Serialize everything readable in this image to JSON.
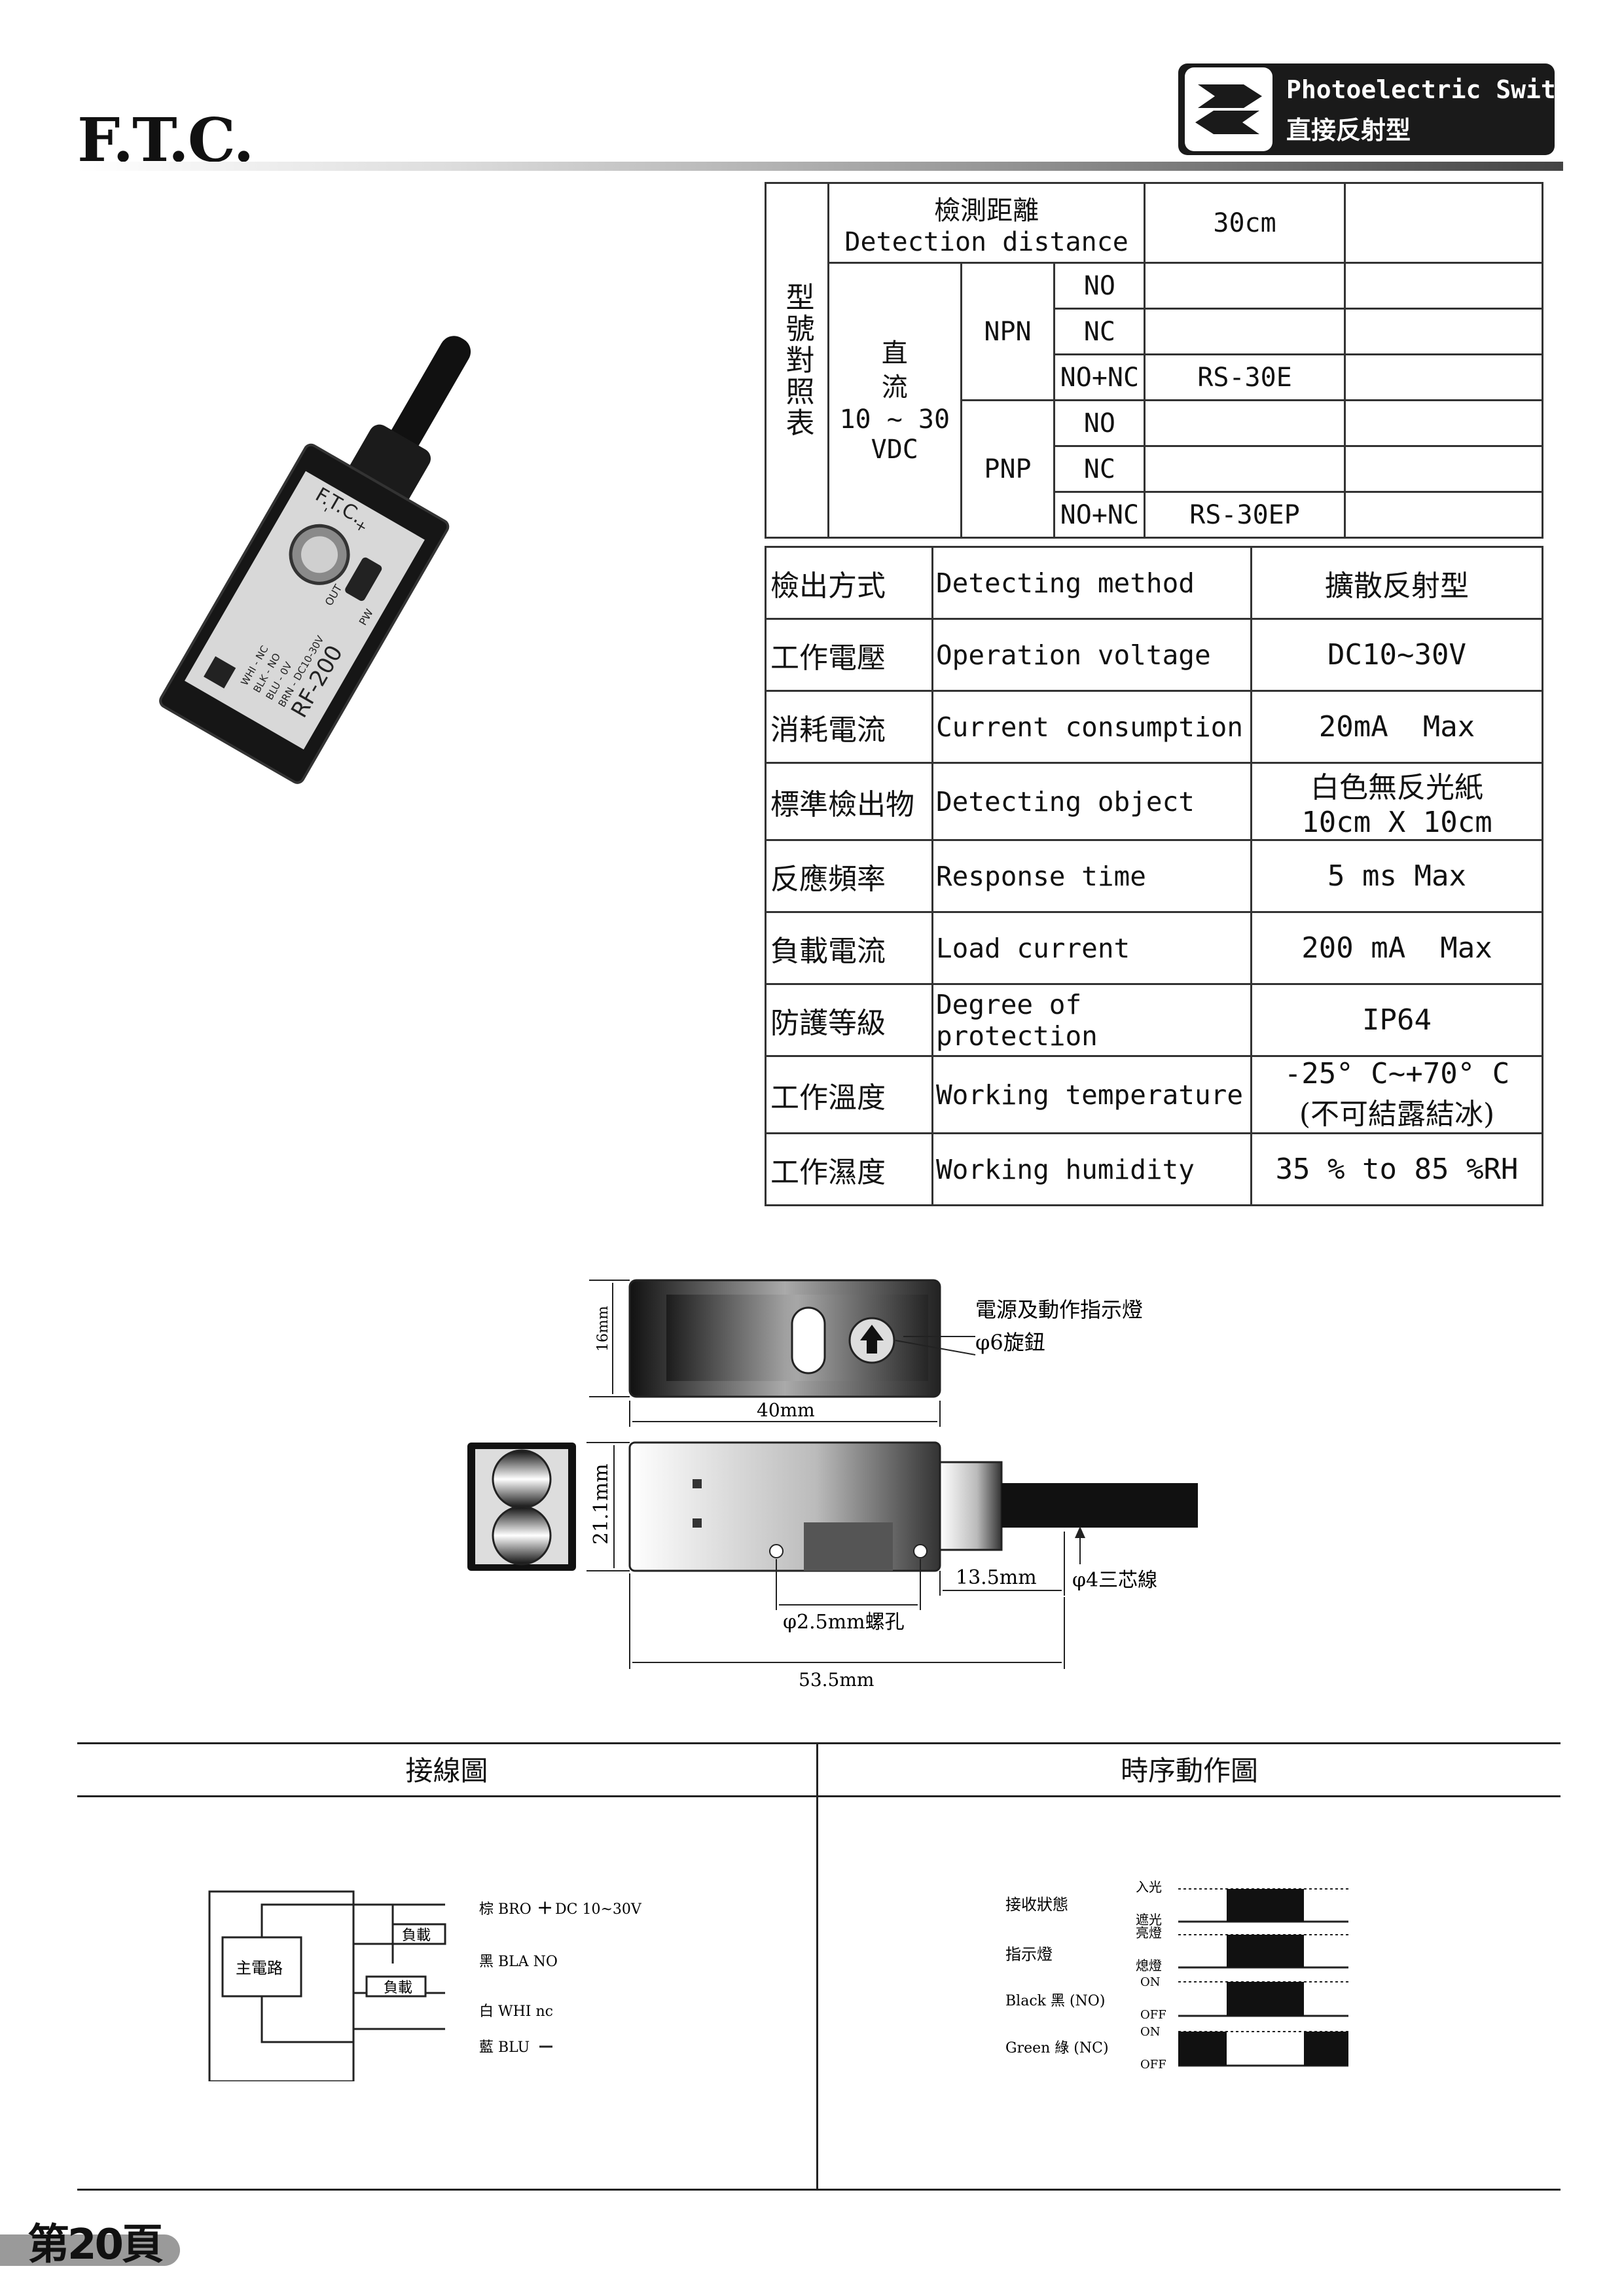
{
  "header": {
    "brand": "F.T.C.",
    "badge_line1": "Photoelectric Switch",
    "badge_line2": "直接反射型"
  },
  "model_table": {
    "side_label": "型號對照表",
    "distance_zh": "檢測距離",
    "distance_en": "Detection distance",
    "distance_value": "30cm",
    "supply_zh": "直流",
    "supply_range": "10 ~ 30",
    "supply_unit": "VDC",
    "npn": "NPN",
    "pnp": "PNP",
    "rows": [
      {
        "output": "NO",
        "model": ""
      },
      {
        "output": "NC",
        "model": ""
      },
      {
        "output": "NO+NC",
        "model": "RS-30E"
      },
      {
        "output": "NO",
        "model": ""
      },
      {
        "output": "NC",
        "model": ""
      },
      {
        "output": "NO+NC",
        "model": "RS-30EP"
      }
    ]
  },
  "specs": [
    {
      "zh": "檢出方式",
      "en": "Detecting method",
      "value": "擴散反射型"
    },
    {
      "zh": "工作電壓",
      "en": "Operation voltage",
      "value": "DC10~30V"
    },
    {
      "zh": "消耗電流",
      "en": "Current consumption",
      "value": "20mA  Max"
    },
    {
      "zh": "標準檢出物",
      "en": "Detecting object",
      "value": "白色無反光紙",
      "value2": "10cm X 10cm"
    },
    {
      "zh": "反應頻率",
      "en": "Response time",
      "value": "5 ms Max"
    },
    {
      "zh": "負載電流",
      "en": "Load current",
      "value": "200 mA  Max"
    },
    {
      "zh": "防護等級",
      "en": "Degree of protection",
      "value": "IP64"
    },
    {
      "zh": "工作溫度",
      "en": "Working temperature",
      "value": "-25° C~+70° C",
      "value2": "(不可結露結冰)"
    },
    {
      "zh": "工作濕度",
      "en": "Working humidity",
      "value": "35 % to 85 %RH"
    }
  ],
  "product_photo": {
    "label_model": "RF-200",
    "label_brand": "F.T.C.",
    "label_brn": "BRN - DC10-30V",
    "label_blu": "BLU - 0V",
    "label_blk": "BLK - NO",
    "label_wht": "WHI - NC",
    "label_pw": "PW",
    "label_out": "OUT",
    "label_plus": "+",
    "label_minus": "-"
  },
  "dimensions": {
    "indicator": "電源及動作指示燈",
    "knob": "φ6旋鈕",
    "height_16": "16mm",
    "width_40": "40mm",
    "height_21": "21.1mm",
    "len_13": "13.5mm",
    "cable": "φ4三芯線",
    "screw": "φ2.5mm螺孔",
    "total": "53.5mm"
  },
  "wiring": {
    "title": "接線圖",
    "main_circuit": "主電路",
    "load1": "負載",
    "load2": "負載",
    "brown": "棕 BRO",
    "brown_sig": "DC 10~30V",
    "black": "黑 BLA NO",
    "white": "白 WHI nc",
    "blue": "藍 BLU"
  },
  "timing": {
    "title": "時序動作圖",
    "receive": "接收狀態",
    "indicator": "指示燈",
    "black": "Black 黑 (NO)",
    "green": "Green 綠 (NC)",
    "in_light": "入光",
    "block_light": "遮光",
    "lamp_on": "亮燈",
    "lamp_off": "熄燈",
    "on1": "ON",
    "off1": "OFF",
    "on2": "ON",
    "off2": "OFF"
  },
  "footer": {
    "page": "第20頁"
  }
}
